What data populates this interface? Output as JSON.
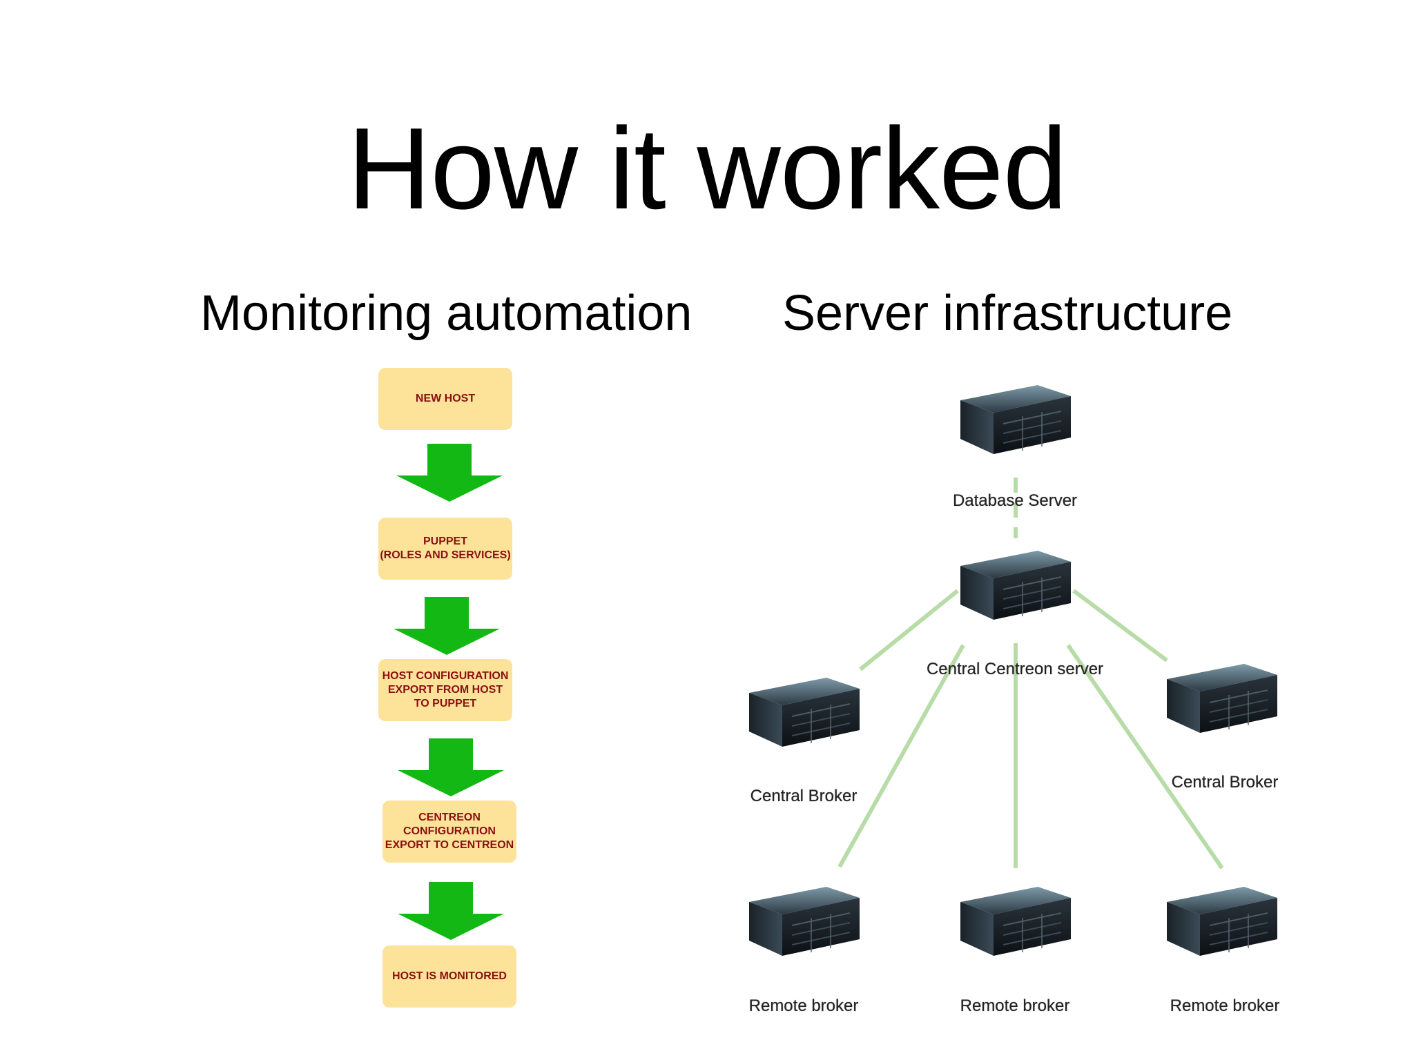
{
  "slide": {
    "title": "How it worked"
  },
  "columns": {
    "left_title": "Monitoring automation",
    "right_title": "Server infrastructure"
  },
  "flow": {
    "steps": [
      "NEW HOST",
      "PUPPET\n(ROLES AND SERVICES)",
      "HOST CONFIGURATION\nEXPORT FROM HOST\nTO PUPPET",
      "CENTREON\nCONFIGURATION\nEXPORT TO CENTREON",
      "HOST IS MONITORED"
    ],
    "box_color": "#fde39a",
    "text_color": "#8a1010",
    "arrow_color": "#14b814"
  },
  "infrastructure": {
    "link_color": "#b8dca8",
    "nodes": {
      "database": "Database Server",
      "central": "Central Centreon server",
      "broker_left": "Central Broker",
      "broker_right": "Central Broker",
      "remote_1": "Remote broker",
      "remote_2": "Remote broker",
      "remote_3": "Remote broker"
    }
  }
}
